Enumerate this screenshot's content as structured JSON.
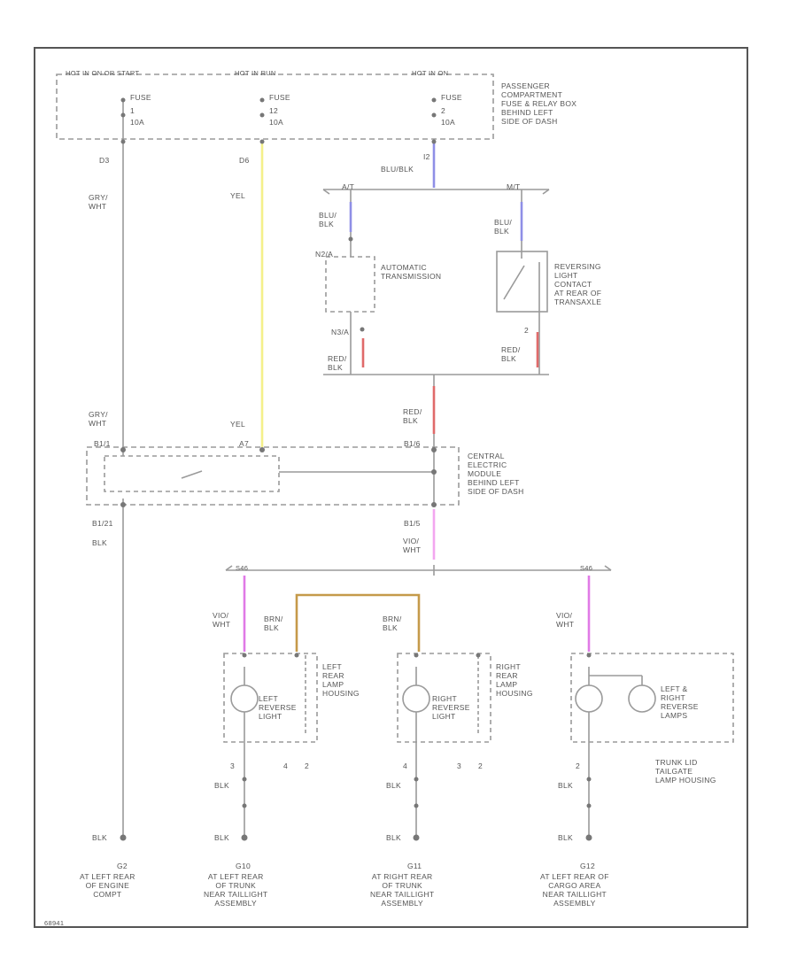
{
  "fuses": [
    {
      "header": "HOT IN ON OR START",
      "name": "FUSE",
      "num": "1",
      "rating": "10A",
      "pin": "D3"
    },
    {
      "header": "HOT IN RUN",
      "name": "FUSE",
      "num": "12",
      "rating": "10A",
      "pin": "D6"
    },
    {
      "header": "HOT IN ON",
      "name": "FUSE",
      "num": "2",
      "rating": "10A",
      "pin": "I2"
    }
  ],
  "fuse_box_label": "PASSENGER\nCOMPARTMENT\nFUSE & RELAY BOX\nBEHIND LEFT\nSIDE OF DASH",
  "wires": {
    "gry_wht": "GRY/\nWHT",
    "yel": "YEL",
    "blu_blk": "BLU/BLK",
    "blu_blk_stack": "BLU/\nBLK",
    "red_blk": "RED/\nBLK",
    "blk": "BLK",
    "vio_wht": "VIO/\nWHT",
    "brn_blk": "BRN/\nBLK"
  },
  "trans": {
    "at": "A/T",
    "mt": "M/T",
    "auto_pin_top": "N2/A",
    "auto_pin_bottom": "N3/A",
    "auto_label": "AUTOMATIC\nTRANSMISSION",
    "rev_label": "REVERSING\nLIGHT\nCONTACT\nAT REAR OF\nTRANSAXLE",
    "rev_pin": "2"
  },
  "cem": {
    "pin_a": "B1/1",
    "pin_b": "A7",
    "pin_c": "B1/6",
    "pin_d": "B1/21",
    "pin_e": "B1/5",
    "label": "CENTRAL\nELECTRIC\nMODULE\nBEHIND LEFT\nSIDE OF DASH"
  },
  "splices": {
    "s1": "S46",
    "s2": "S46"
  },
  "lamps": [
    {
      "inner": "LEFT\nREVERSE\nLIGHT",
      "outer": "LEFT\nREAR\nLAMP\nHOUSING",
      "p1": "3",
      "p2": "4",
      "p3": "2"
    },
    {
      "inner": "RIGHT\nREVERSE\nLIGHT",
      "outer": "RIGHT\nREAR\nLAMP\nHOUSING",
      "p1": "4",
      "p2": "3",
      "p3": "2"
    },
    {
      "inner": "LEFT &\nRIGHT\nREVERSE\nLAMPS",
      "outer": "TRUNK LID\nTAILGATE\nLAMP HOUSING",
      "p1": "2"
    }
  ],
  "grounds": [
    {
      "id": "G2",
      "desc": "AT LEFT REAR\nOF ENGINE\nCOMPT"
    },
    {
      "id": "G10",
      "desc": "AT LEFT REAR\nOF TRUNK\nNEAR TAILLIGHT\nASSEMBLY"
    },
    {
      "id": "G11",
      "desc": "AT RIGHT REAR\nOF TRUNK\nNEAR TAILLIGHT\nASSEMBLY"
    },
    {
      "id": "G12",
      "desc": "AT LEFT REAR OF\nCARGO AREA\nNEAR TAILLIGHT\nASSEMBLY"
    }
  ],
  "corner": "68941",
  "colors": {
    "frame": "#555555",
    "wire": "#9a9a9a",
    "yellow": "#f4f08a",
    "blue": "#8f8fe6",
    "red": "#e06a6a",
    "pink": "#f3a6f0",
    "magenta": "#e07ae6",
    "tan": "#c59a4a"
  }
}
